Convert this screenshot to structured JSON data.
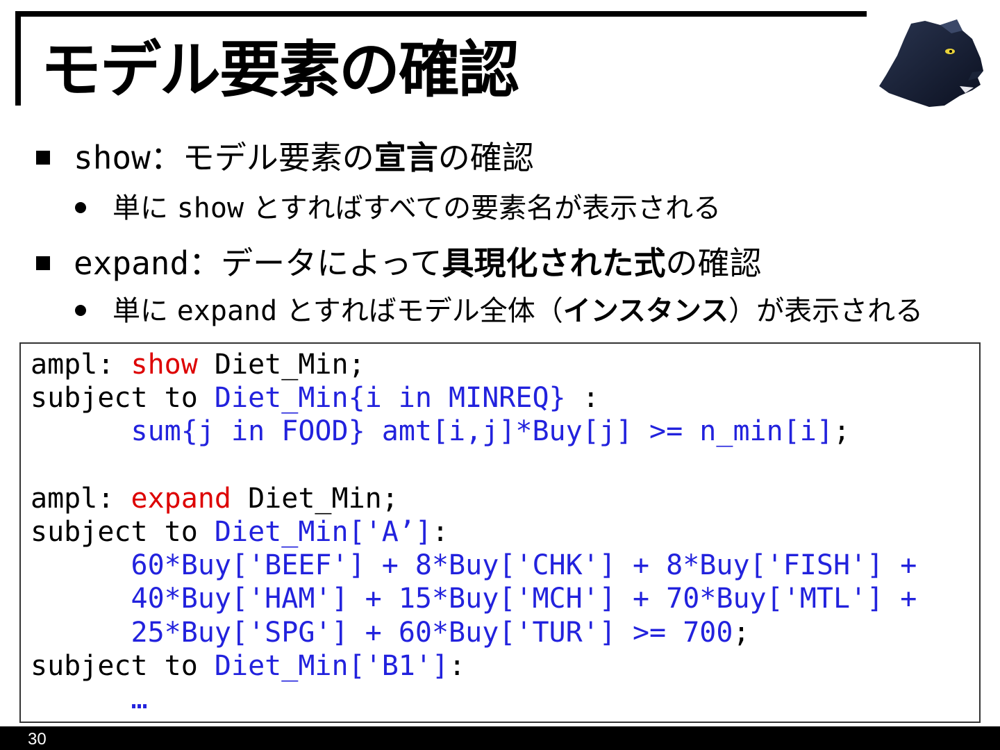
{
  "title": "モデル要素の確認",
  "logo": {
    "icon": "panther-head-icon"
  },
  "bullets": [
    {
      "parts": [
        {
          "text": "show",
          "mono": true
        },
        {
          "text": "：モデル要素の"
        },
        {
          "text": "宣言",
          "bold": true
        },
        {
          "text": "の確認"
        }
      ],
      "sub": {
        "parts": [
          {
            "text": "単に "
          },
          {
            "text": "show",
            "mono": true
          },
          {
            "text": " とすればすべての要素名が表示される"
          }
        ]
      }
    },
    {
      "parts": [
        {
          "text": "expand",
          "mono": true
        },
        {
          "text": "：データによって"
        },
        {
          "text": "具現化された式",
          "bold": true
        },
        {
          "text": "の確認"
        }
      ],
      "sub": {
        "parts": [
          {
            "text": "単に "
          },
          {
            "text": "expand",
            "mono": true
          },
          {
            "text": " とすればモデル全体（"
          },
          {
            "text": "インスタンス",
            "bold": true
          },
          {
            "text": "）が表示される"
          }
        ]
      }
    }
  ],
  "code": {
    "lines": [
      [
        {
          "t": "ampl: "
        },
        {
          "t": "show",
          "c": "red"
        },
        {
          "t": " Diet_Min;"
        }
      ],
      [
        {
          "t": "subject to "
        },
        {
          "t": "Diet_Min{i in MINREQ}",
          "c": "blue"
        },
        {
          "t": " :"
        }
      ],
      [
        {
          "t": "      "
        },
        {
          "t": "sum{j in FOOD} amt[i,j]*Buy[j] >= n_min[i]",
          "c": "blue"
        },
        {
          "t": ";"
        }
      ],
      [
        {
          "t": ""
        }
      ],
      [
        {
          "t": "ampl: "
        },
        {
          "t": "expand",
          "c": "red"
        },
        {
          "t": " Diet_Min;"
        }
      ],
      [
        {
          "t": "subject to "
        },
        {
          "t": "Diet_Min['A’]",
          "c": "blue"
        },
        {
          "t": ":"
        }
      ],
      [
        {
          "t": "      "
        },
        {
          "t": "60*Buy['BEEF'] + 8*Buy['CHK'] + 8*Buy['FISH'] +",
          "c": "blue"
        }
      ],
      [
        {
          "t": "      "
        },
        {
          "t": "40*Buy['HAM'] + 15*Buy['MCH'] + 70*Buy['MTL'] +",
          "c": "blue"
        }
      ],
      [
        {
          "t": "      "
        },
        {
          "t": "25*Buy['SPG'] + 60*Buy['TUR'] >= 700",
          "c": "blue"
        },
        {
          "t": ";"
        }
      ],
      [
        {
          "t": "subject to "
        },
        {
          "t": "Diet_Min['B1']",
          "c": "blue"
        },
        {
          "t": ":"
        }
      ],
      [
        {
          "t": "      "
        },
        {
          "t": "…",
          "c": "blue"
        }
      ]
    ]
  },
  "page_number": "30"
}
